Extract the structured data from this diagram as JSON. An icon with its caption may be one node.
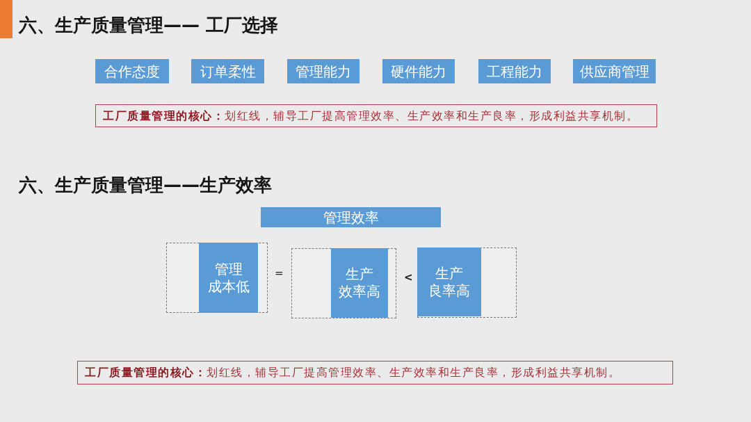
{
  "diagram": {
    "title": "六、生产质量管理—— 工厂选择",
    "nodes": [
      {
        "text": [
          "合作态度"
        ]
      },
      {
        "text": [
          "订单柔性"
        ]
      },
      {
        "text": [
          "管理能力"
        ]
      },
      {
        "text": [
          "硬件能力"
        ]
      },
      {
        "text": [
          "工程能力"
        ]
      },
      {
        "text": [
          "供应商管理"
        ]
      },
      {
        "text": [
          "**工厂质量管理的核心：**划红线，辅导工厂提高管理效率、生产效率和生产良率，形成利益共享机制。"
        ]
      },
      {
        "text": [
          "管理效率"
        ]
      },
      {
        "text": [],
        "shape": "box"
      },
      {
        "text": [
          "管理成本低"
        ],
        "in": 8
      },
      {
        "text": [],
        "shape": "box"
      },
      {
        "text": [
          "生产效率高"
        ],
        "in": 10
      },
      {
        "text": [],
        "shape": "box"
      },
      {
        "text": [
          "生产良率高"
        ],
        "in": 12
      },
      {
        "text": [
          "**工厂质量管理的核心：**划红线，辅导工厂提高管理效率、生产效率和生产良率，形成利益共享机制。"
        ]
      }
    ],
    "labels": [
      "六、生产质量管理——生产效率",
      "=",
      "<"
    ]
  }
}
